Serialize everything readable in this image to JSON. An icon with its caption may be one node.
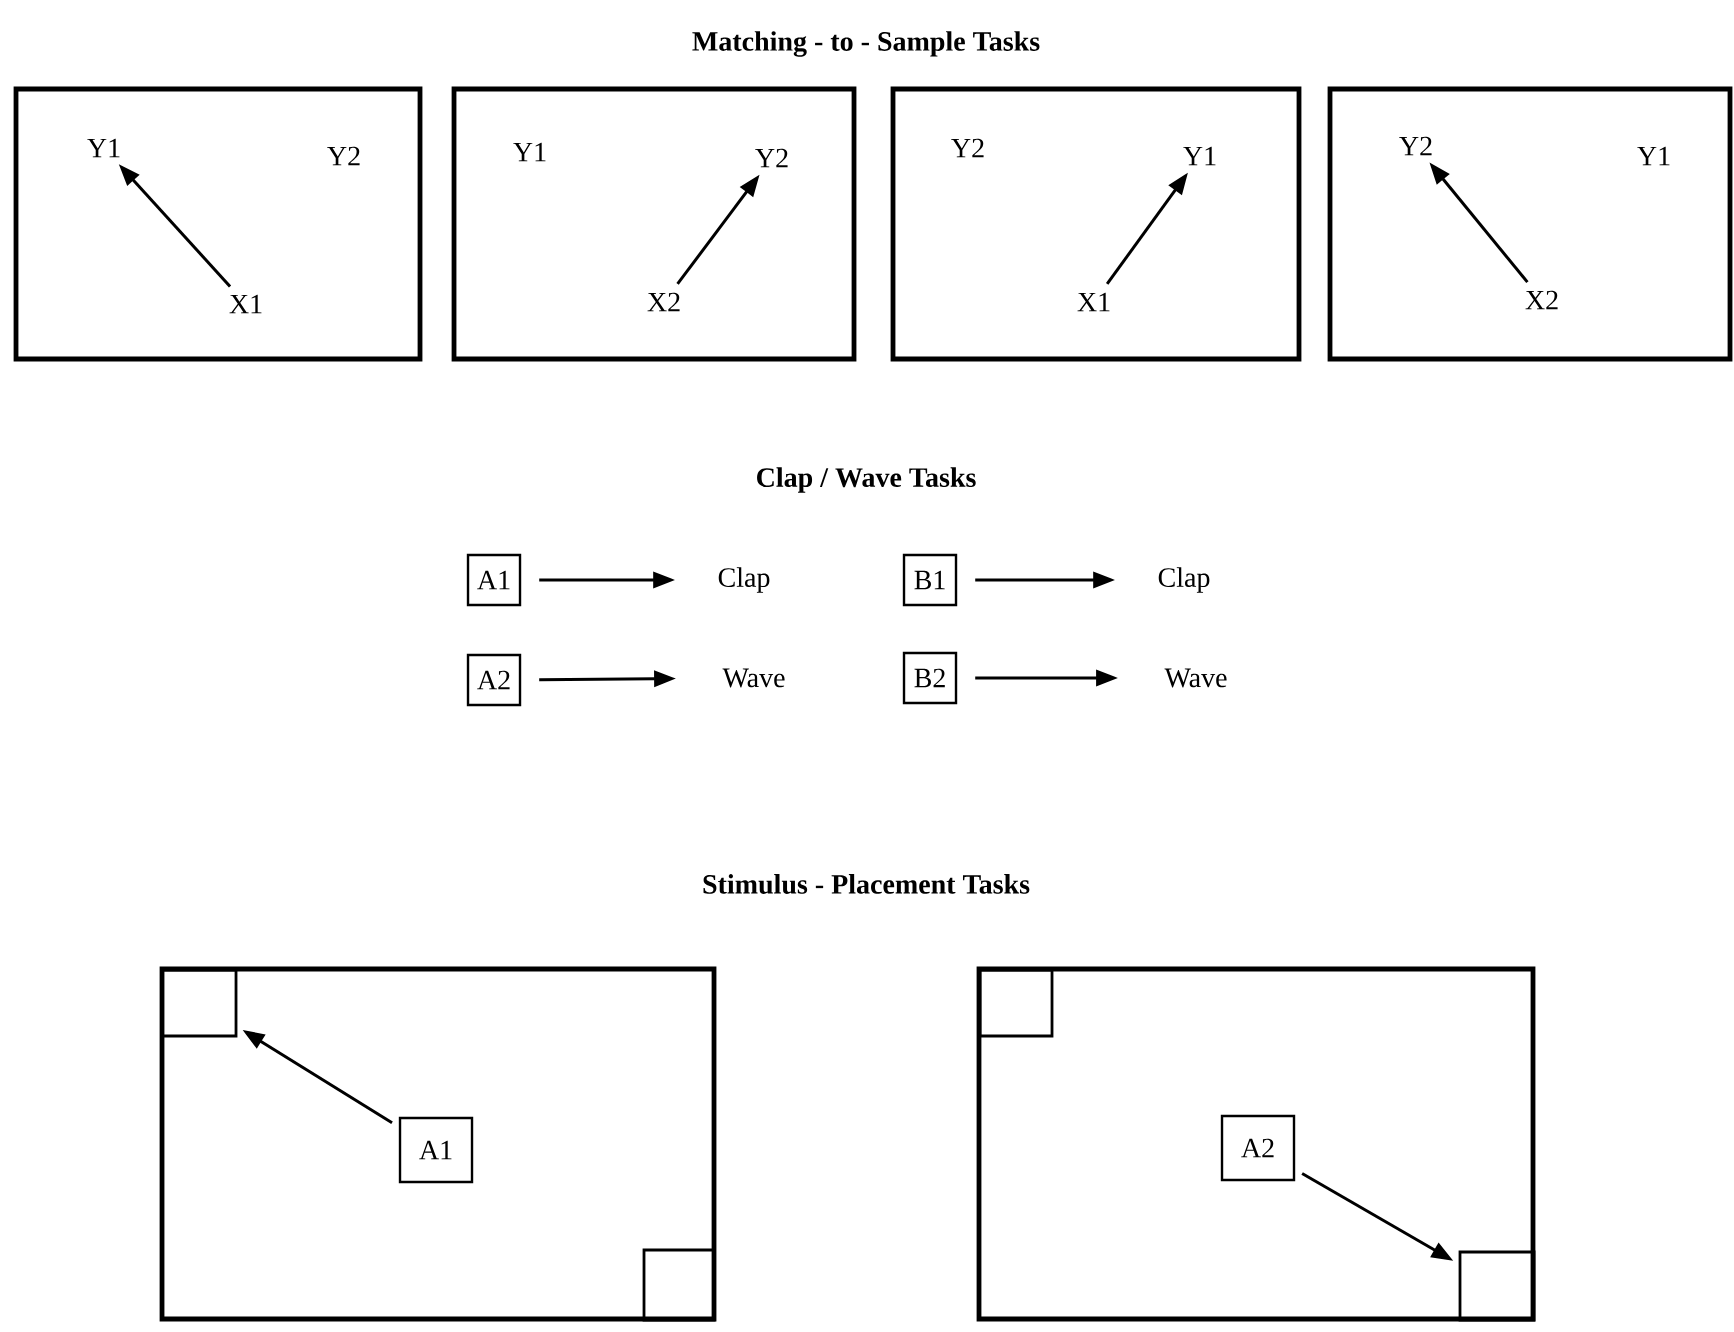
{
  "diagram": {
    "nodes": [
      {
        "text": [],
        "shape": "box"
      },
      {
        "text": [
          "Y1"
        ],
        "in": 0
      },
      {
        "text": [
          "Y2"
        ],
        "in": 0
      },
      {
        "text": [
          "X1"
        ],
        "in": 0
      },
      {
        "text": [],
        "shape": "box"
      },
      {
        "text": [
          "Y1"
        ],
        "in": 4
      },
      {
        "text": [
          "Y2"
        ],
        "in": 4
      },
      {
        "text": [
          "X2"
        ],
        "in": 4
      },
      {
        "text": [],
        "shape": "box"
      },
      {
        "text": [
          "Y2"
        ],
        "in": 8
      },
      {
        "text": [
          "Y1"
        ],
        "in": 8
      },
      {
        "text": [
          "X1"
        ],
        "in": 8
      },
      {
        "text": [],
        "shape": "box"
      },
      {
        "text": [
          "Y2"
        ],
        "in": 12
      },
      {
        "text": [
          "Y1"
        ],
        "in": 12
      },
      {
        "text": [
          "X2"
        ],
        "in": 12
      },
      {
        "text": [
          "A1"
        ]
      },
      {
        "text": [
          "Clap"
        ]
      },
      {
        "text": [
          "B1"
        ]
      },
      {
        "text": [
          "Clap"
        ]
      },
      {
        "text": [
          "A2"
        ]
      },
      {
        "text": [
          "Wave"
        ]
      },
      {
        "text": [
          "B2"
        ]
      },
      {
        "text": [
          "Wave"
        ]
      },
      {
        "text": [],
        "shape": "box"
      },
      {
        "text": [],
        "shape": "box",
        "in": 24
      },
      {
        "text": [
          "A1"
        ],
        "in": 24
      },
      {
        "text": [],
        "shape": "box",
        "in": 24
      },
      {
        "text": [],
        "shape": "box"
      },
      {
        "text": [],
        "shape": "box",
        "in": 28
      },
      {
        "text": [
          "A2"
        ],
        "in": 28
      },
      {
        "text": [],
        "shape": "box",
        "in": 28
      }
    ],
    "edges": [
      {
        "from": 3,
        "to": 1,
        "arrow": "to"
      },
      {
        "from": 7,
        "to": 6,
        "arrow": "to"
      },
      {
        "from": 11,
        "to": 10,
        "arrow": "to"
      },
      {
        "from": 15,
        "to": 13,
        "arrow": "to"
      },
      {
        "from": 16,
        "to": 17,
        "arrow": "to"
      },
      {
        "from": 18,
        "to": 19,
        "arrow": "to"
      },
      {
        "from": 20,
        "to": 21,
        "arrow": "to"
      },
      {
        "from": 22,
        "to": 23,
        "arrow": "to"
      },
      {
        "from": 26,
        "to": 25,
        "arrow": "to"
      },
      {
        "from": 30,
        "to": 31,
        "arrow": "to"
      }
    ],
    "labels": [
      "Matching - to - Sample Tasks",
      "Clap / Wave  Tasks",
      "Stimulus  - Placement  Tasks"
    ]
  }
}
